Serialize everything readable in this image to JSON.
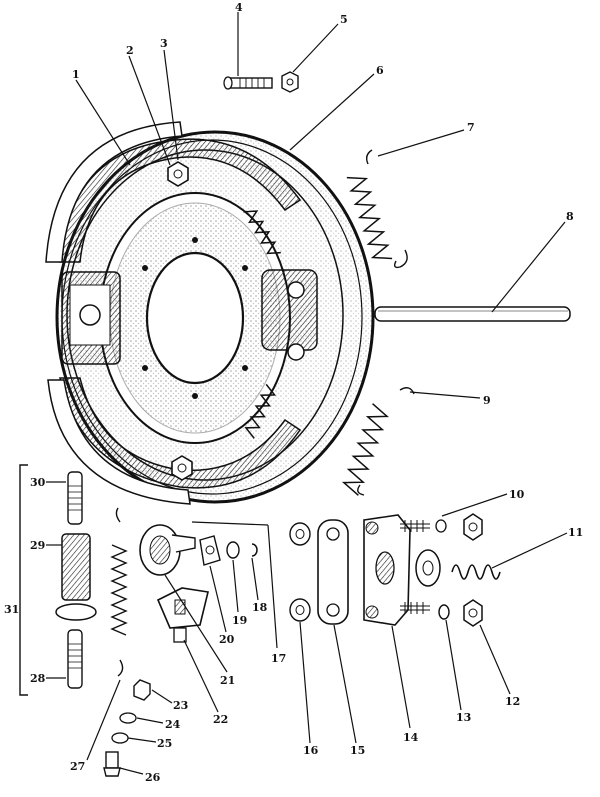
{
  "diagram": {
    "callouts": [
      {
        "id": "1",
        "text": "1"
      },
      {
        "id": "2",
        "text": "2"
      },
      {
        "id": "3",
        "text": "3"
      },
      {
        "id": "4",
        "text": "4"
      },
      {
        "id": "5",
        "text": "5"
      },
      {
        "id": "6",
        "text": "6"
      },
      {
        "id": "7",
        "text": "7"
      },
      {
        "id": "8",
        "text": "8"
      },
      {
        "id": "9",
        "text": "9"
      },
      {
        "id": "10",
        "text": "10"
      },
      {
        "id": "11",
        "text": "11"
      },
      {
        "id": "12",
        "text": "12"
      },
      {
        "id": "13",
        "text": "13"
      },
      {
        "id": "14",
        "text": "14"
      },
      {
        "id": "15",
        "text": "15"
      },
      {
        "id": "16",
        "text": "16"
      },
      {
        "id": "17",
        "text": "17"
      },
      {
        "id": "18",
        "text": "18"
      },
      {
        "id": "19",
        "text": "19"
      },
      {
        "id": "20",
        "text": "20"
      },
      {
        "id": "21",
        "text": "21"
      },
      {
        "id": "22",
        "text": "22"
      },
      {
        "id": "23",
        "text": "23"
      },
      {
        "id": "24",
        "text": "24"
      },
      {
        "id": "25",
        "text": "25"
      },
      {
        "id": "26",
        "text": "26"
      },
      {
        "id": "27",
        "text": "27"
      },
      {
        "id": "28",
        "text": "28"
      },
      {
        "id": "29",
        "text": "29"
      },
      {
        "id": "30",
        "text": "30"
      },
      {
        "id": "31",
        "text": "31"
      }
    ]
  }
}
